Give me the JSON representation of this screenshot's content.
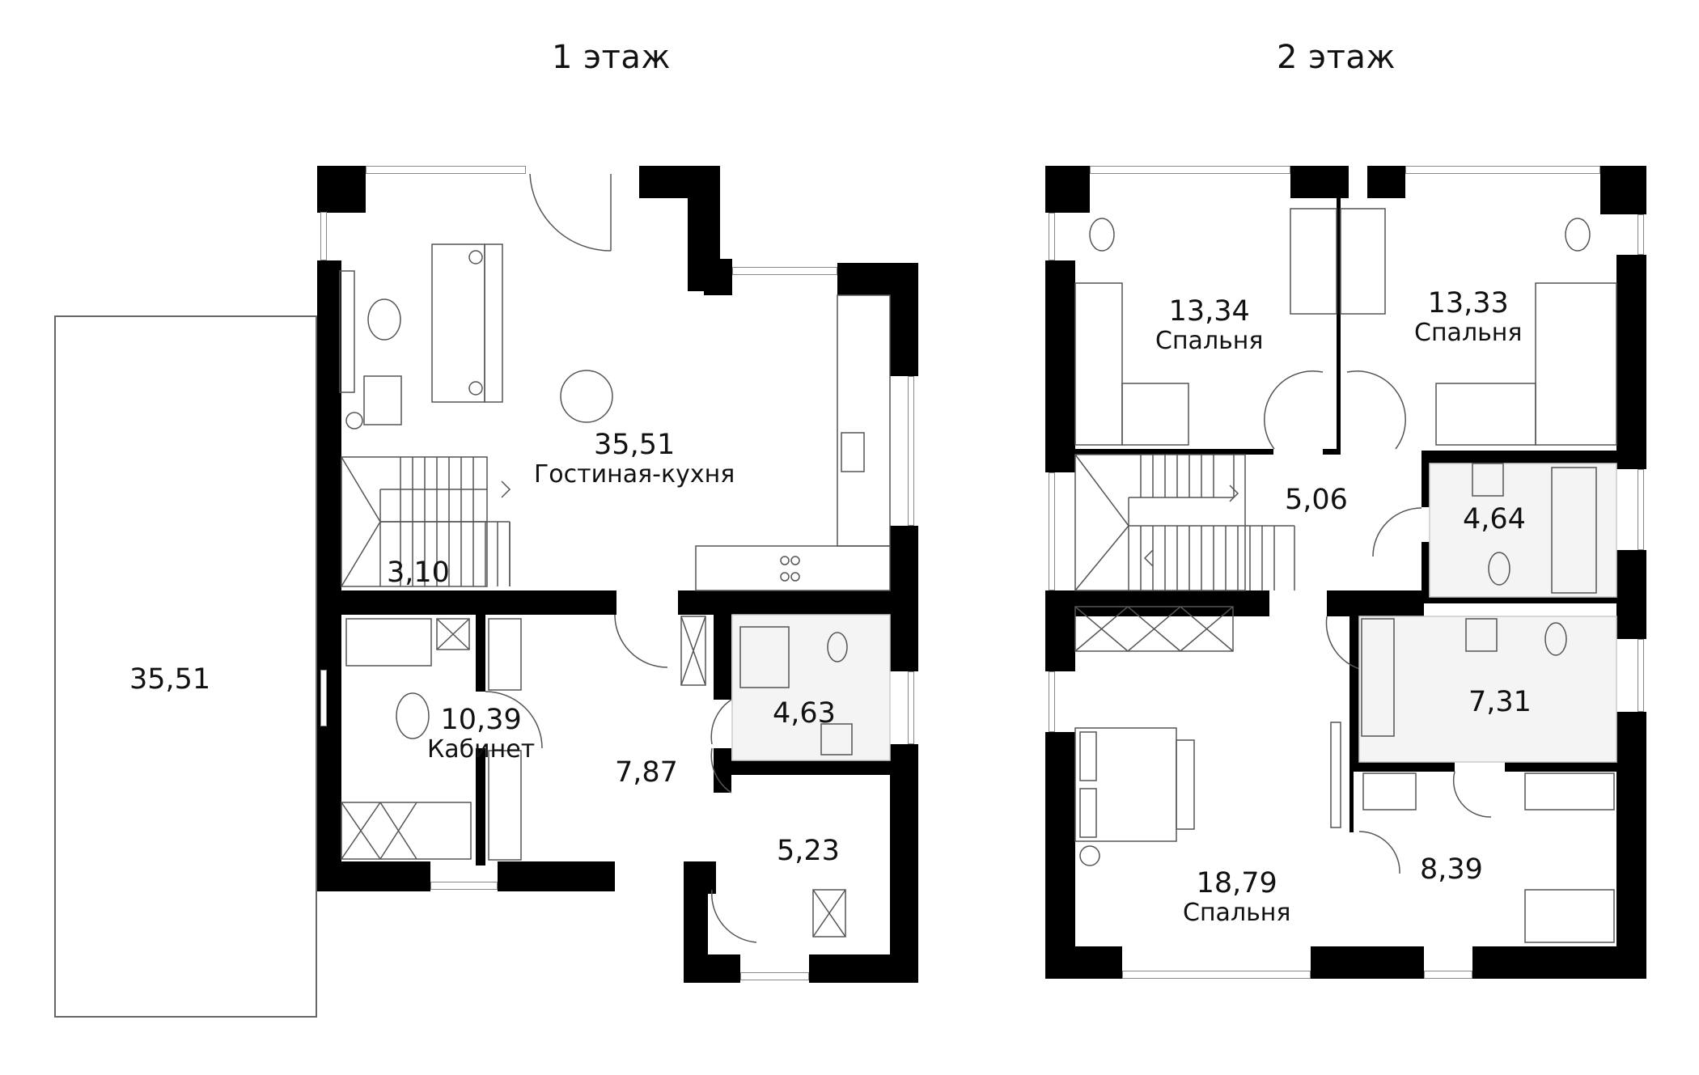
{
  "floors": [
    {
      "title": "1 этаж",
      "rooms": [
        {
          "area": "35,51",
          "name": "Гостиная-кухня"
        },
        {
          "area": "3,10",
          "name": ""
        },
        {
          "area": "10,39",
          "name": "Кабинет"
        },
        {
          "area": "7,87",
          "name": ""
        },
        {
          "area": "4,63",
          "name": ""
        },
        {
          "area": "5,23",
          "name": ""
        }
      ],
      "terrace": {
        "area": "35,51"
      }
    },
    {
      "title": "2 этаж",
      "rooms": [
        {
          "area": "13,34",
          "name": "Спальня"
        },
        {
          "area": "13,33",
          "name": "Спальня"
        },
        {
          "area": "5,06",
          "name": ""
        },
        {
          "area": "4,64",
          "name": ""
        },
        {
          "area": "7,31",
          "name": ""
        },
        {
          "area": "18,79",
          "name": "Спальня"
        },
        {
          "area": "8,39",
          "name": ""
        }
      ]
    }
  ],
  "colors": {
    "wall": "#000000",
    "line": "#555555",
    "tile": "#dddddd"
  }
}
